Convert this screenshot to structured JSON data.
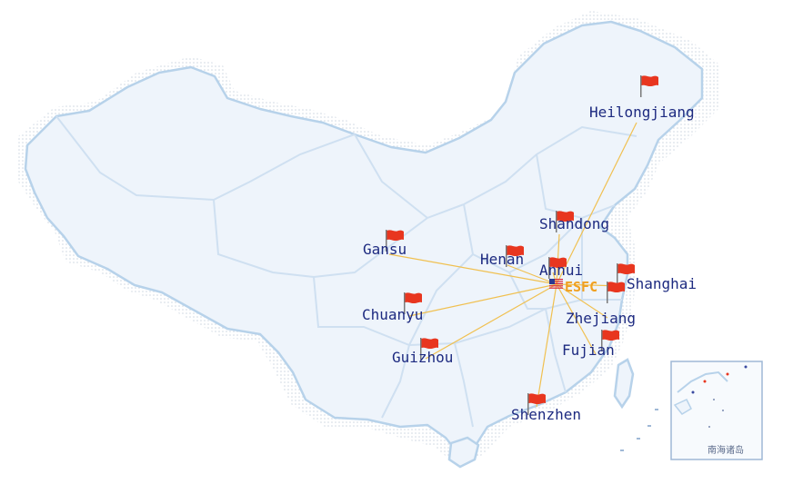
{
  "colors": {
    "land_fill": "#eef4fb",
    "border": "#b7d2ea",
    "internal_border": "#cfe0f1",
    "shadow_dots": "#c9d3de",
    "route_line": "#f0c050",
    "flag_red": "#e8361f",
    "label_text": "#1d2a80",
    "hub_text": "#f0a020"
  },
  "hub": {
    "label": "ESFC",
    "icon": "us-flag-icon"
  },
  "locations": [
    {
      "key": "heilongjiang",
      "label": "Heilongjiang",
      "icon": "red-flag-icon"
    },
    {
      "key": "shandong",
      "label": "Shandong",
      "icon": "red-flag-icon"
    },
    {
      "key": "gansu",
      "label": "Gansu",
      "icon": "red-flag-icon"
    },
    {
      "key": "henan",
      "label": "Henan",
      "icon": "red-flag-icon"
    },
    {
      "key": "anhui",
      "label": "Annui",
      "icon": "red-flag-icon"
    },
    {
      "key": "shanghai",
      "label": "Shanghai",
      "icon": "red-flag-icon"
    },
    {
      "key": "chuanyu",
      "label": "Chuanyu",
      "icon": "red-flag-icon"
    },
    {
      "key": "zhejiang",
      "label": "Zhejiang",
      "icon": "red-flag-icon"
    },
    {
      "key": "fujian",
      "label": "Fujian",
      "icon": "red-flag-icon"
    },
    {
      "key": "guizhou",
      "label": "Guizhou",
      "icon": "red-flag-icon"
    },
    {
      "key": "shenzhen",
      "label": "Shenzhen",
      "icon": "red-flag-icon"
    }
  ],
  "inset": {
    "label": "南海诸岛"
  }
}
